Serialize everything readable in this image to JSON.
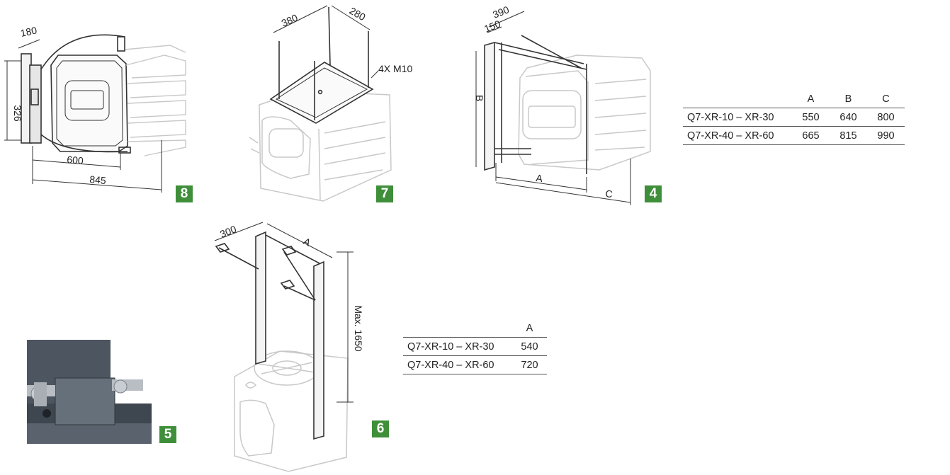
{
  "figures": {
    "fig8": {
      "badge": "8",
      "dims": {
        "top": "180",
        "height": "326",
        "depth": "600",
        "total": "845"
      }
    },
    "fig7": {
      "badge": "7",
      "dims": {
        "w1": "380",
        "w2": "280",
        "bolts": "4X M10"
      }
    },
    "fig4": {
      "badge": "4",
      "dims": {
        "top": "390",
        "offset": "150",
        "a": "A",
        "b": "B",
        "c": "C"
      }
    },
    "fig5": {
      "badge": "5"
    },
    "fig6": {
      "badge": "6",
      "dims": {
        "w": "300",
        "a": "A",
        "height": "Max. 1650"
      }
    }
  },
  "table_abc": {
    "headers": [
      "",
      "A",
      "B",
      "C"
    ],
    "rows": [
      [
        "Q7-XR-10 – XR-30",
        "550",
        "640",
        "800"
      ],
      [
        "Q7-XR-40 – XR-60",
        "665",
        "815",
        "990"
      ]
    ]
  },
  "table_a": {
    "headers": [
      "",
      "A"
    ],
    "rows": [
      [
        "Q7-XR-10 – XR-30",
        "540"
      ],
      [
        "Q7-XR-40 – XR-60",
        "720"
      ]
    ]
  },
  "colors": {
    "badge": "#3f8f3a",
    "line": "#333333",
    "ghost": "#c8c8c8"
  }
}
